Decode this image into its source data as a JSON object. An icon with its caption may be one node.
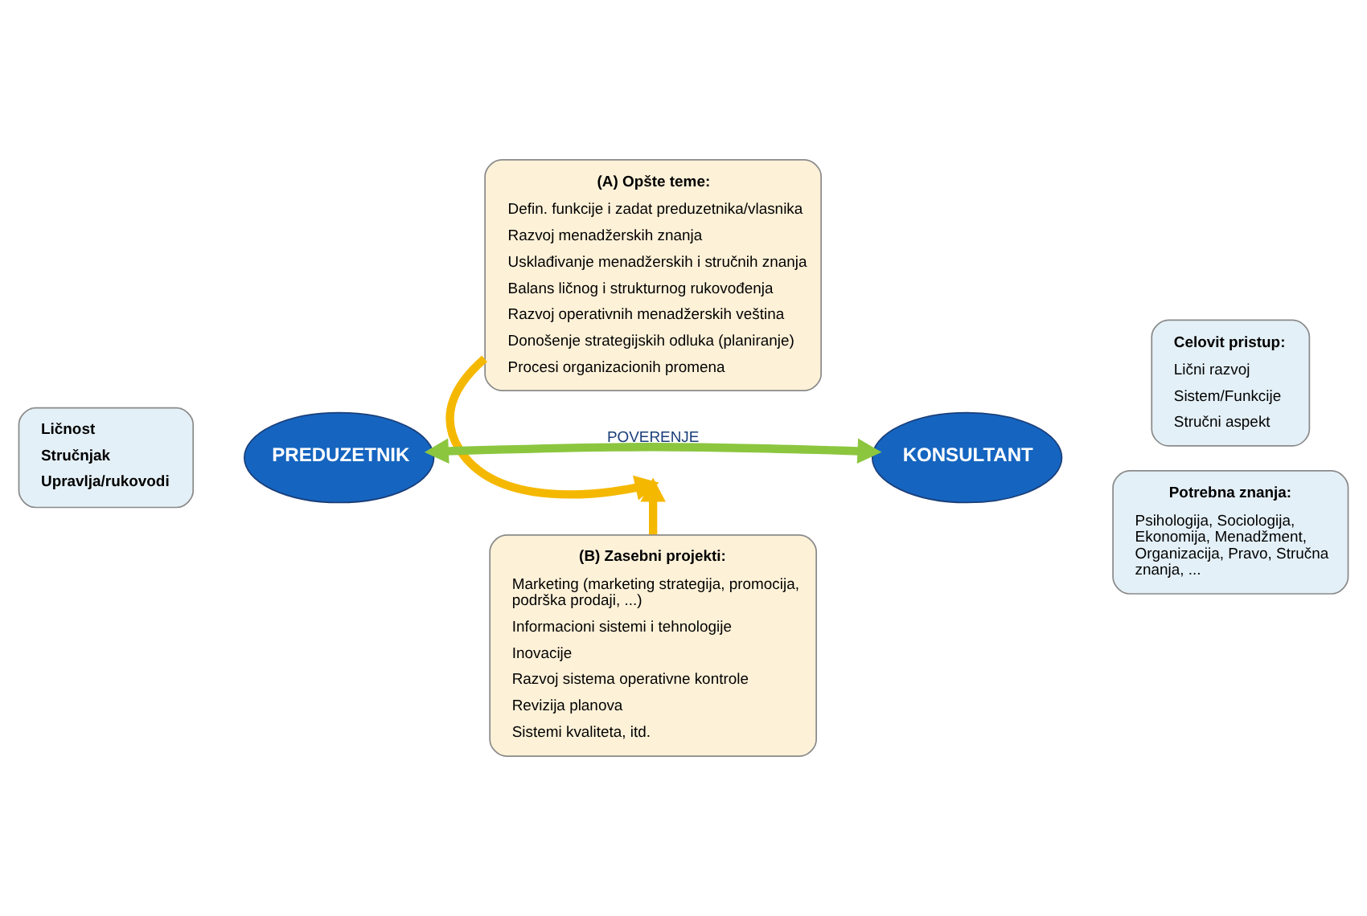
{
  "diagram": {
    "nodes": [
      {
        "text": [
          "(A) Opšte teme:",
          "Defin. funkcije i zadat preduzetnika/vlasnika",
          "Razvoj menadžerskih znanja",
          "Usklađivanje menadžerskih i stručnih znanja",
          "Balans ličnog i strukturnog rukovođenja",
          "Razvoj operativnih menadžerskih veština",
          "Donošenje strategijskih odluka (planiranje)",
          "Procesi organizacionih promena"
        ]
      },
      {
        "text": [
          "Ličnost",
          "Stručnjak",
          "Upravlja/rukovodi"
        ]
      },
      {
        "text": [
          "PREDUZETNIK"
        ]
      },
      {
        "text": [
          "KONSULTANT"
        ]
      },
      {
        "text": [
          "Celovit pristup:",
          "Lični razvoj",
          "Sistem/Funkcije",
          "Stručni aspekt"
        ]
      },
      {
        "text": [
          "Potrebna znanja:",
          "Psihologija, Sociologija, Ekonomija, Menadžment, Organizacija, Pravo, Stručna znanja, ..."
        ]
      },
      {
        "text": [
          "(B) Zasebni projekti:",
          "Marketing (marketing strategija, promocija, podrška prodaji, ...)",
          "Informacioni sistemi i tehnologije",
          "Inovacije",
          "Razvoj sistema operativne kontrole",
          "Revizija planova",
          "Sistemi kvaliteta, itd."
        ]
      }
    ],
    "edges": [
      {
        "from": 2,
        "to": 3,
        "arrow": "both",
        "label": "POVERENJE",
        "color": "#8cc63f"
      },
      {
        "from": 0,
        "to": null,
        "arrow": "to",
        "color": "#f5b800"
      },
      {
        "from": 6,
        "to": null,
        "arrow": "to",
        "color": "#f5b800"
      }
    ]
  }
}
